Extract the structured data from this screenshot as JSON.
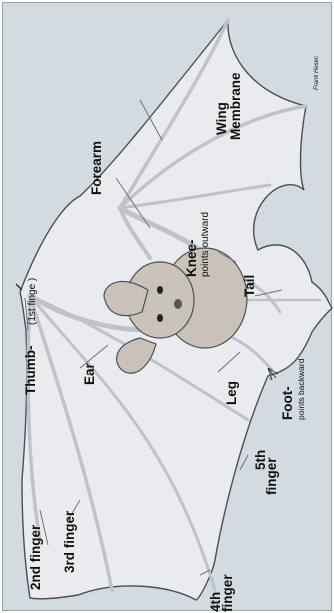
{
  "labels": {
    "second_finger": "2nd finger",
    "third_finger": "3rd finger",
    "fourth_finger_line1": "4th",
    "fourth_finger_line2": "finger",
    "fifth_finger_line1": "5th",
    "fifth_finger_line2": "finger",
    "thumb": "Thumb-",
    "thumb_note": "(1st finge )",
    "ear": "Ear",
    "leg": "Leg",
    "foot": "Foot-",
    "foot_note": "points backward",
    "tail": "Tail",
    "knee": "Knee-",
    "knee_note": "points outward",
    "forearm": "Forearm",
    "wing_line1": "Wing",
    "wing_line2": "Membrane",
    "signature": "Frank Hesec"
  },
  "colors": {
    "background": "#d3dae0",
    "membrane": "#e9ebee",
    "bone": "#bfc3c7",
    "outline": "#4a4f55",
    "fur": "#c9c2b8",
    "leader": "#6b737b"
  }
}
